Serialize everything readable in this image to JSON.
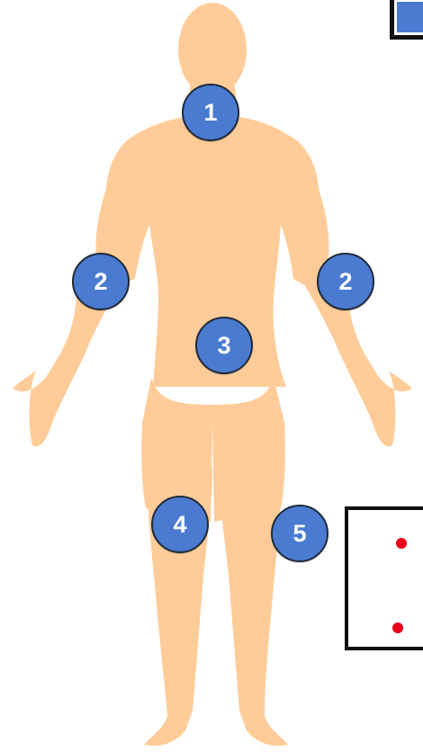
{
  "figure": {
    "body_color": "#ffcc99",
    "marker_fill": "#4a7bd1",
    "marker_text_color": "#ffffff"
  },
  "markers": [
    {
      "id": "neck",
      "label": "1"
    },
    {
      "id": "right-elbow",
      "label": "2"
    },
    {
      "id": "left-elbow",
      "label": "2"
    },
    {
      "id": "pelvis",
      "label": "3"
    },
    {
      "id": "right-knee",
      "label": "4"
    },
    {
      "id": "left-knee",
      "label": "5"
    }
  ],
  "top_panel": {
    "fill": "#4a7bd1"
  },
  "legend_panel": {
    "dot_color": "#e8001a",
    "dots": [
      {
        "id": "legend-dot-1"
      },
      {
        "id": "legend-dot-2"
      }
    ]
  }
}
